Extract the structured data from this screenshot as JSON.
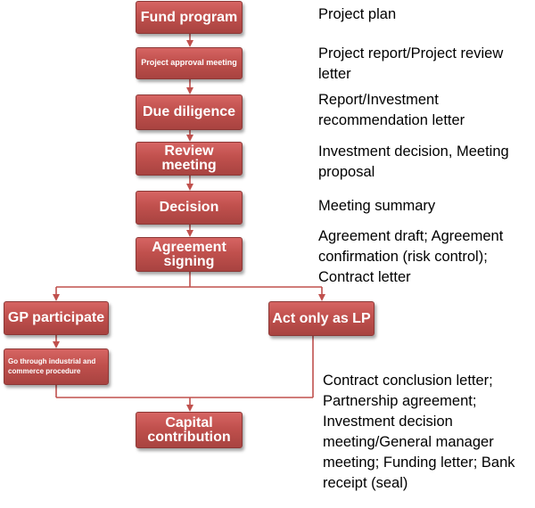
{
  "steps": {
    "fund_program": "Fund program",
    "project_approval": "Project approval meeting",
    "due_diligence": "Due diligence",
    "review_meeting": "Review meeting",
    "decision": "Decision",
    "agreement_signing": "Agreement signing",
    "gp_participate": "GP participate",
    "act_only_lp": "Act only as LP",
    "industrial_commerce": "Go through industrial and commerce procedure",
    "capital_contribution": "Capital contribution"
  },
  "documents": {
    "fund_program": "Project plan",
    "project_approval": "Project report/Project review letter",
    "due_diligence": "Report/Investment recommendation letter",
    "review_meeting": "Investment decision, Meeting proposal",
    "decision": "Meeting summary",
    "agreement_signing": "Agreement draft; Agreement confirmation (risk control); Contract letter",
    "capital_contribution": "Contract conclusion letter; Partnership agreement; Investment decision meeting/General manager meeting; Funding letter; Bank receipt (seal)"
  },
  "colors": {
    "box_fill": "#c0504d",
    "box_border": "#8c3836",
    "connector": "#c0504d",
    "box_text": "#ffffff"
  }
}
